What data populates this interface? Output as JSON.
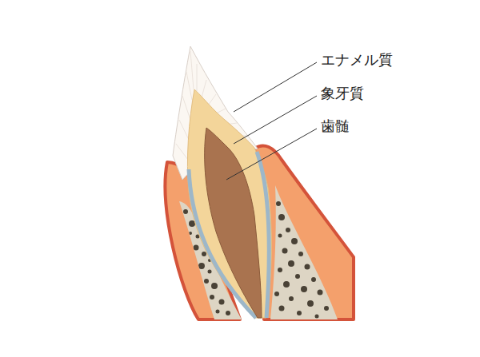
{
  "diagram": {
    "labels": [
      "エナメル質",
      "象牙質",
      "歯髄"
    ]
  }
}
